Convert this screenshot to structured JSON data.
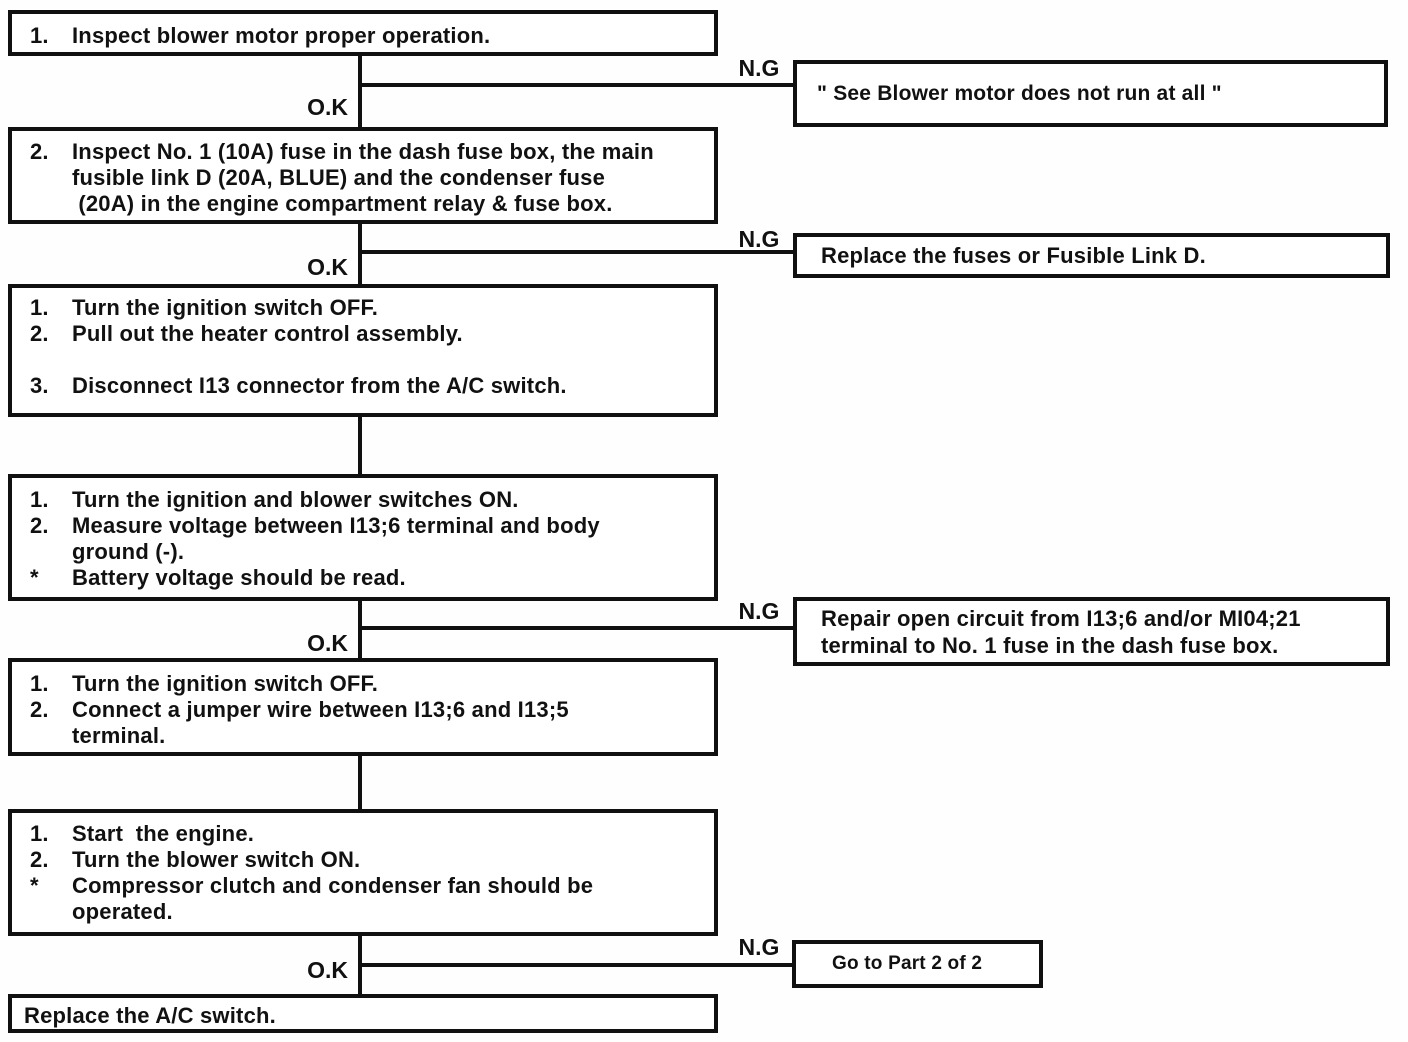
{
  "flow": {
    "ok_label": "O.K",
    "ng_label": "N.G",
    "steps": [
      {
        "lines": [
          {
            "m": "1.",
            "t": "Inspect blower motor proper operation."
          }
        ]
      },
      {
        "lines": [
          {
            "m": "2.",
            "t": "Inspect No. 1 (10A) fuse in the dash fuse box, the main"
          },
          {
            "m": "",
            "t": "fusible link D (20A, BLUE) and the condenser fuse"
          },
          {
            "m": "",
            "t": " (20A) in the engine compartment relay & fuse box."
          }
        ]
      },
      {
        "lines": [
          {
            "m": "1.",
            "t": "Turn the ignition switch OFF."
          },
          {
            "m": "2.",
            "t": "Pull out the heater control assembly."
          },
          {
            "m": "3.",
            "t": "Disconnect I13 connector from the A/C switch."
          }
        ]
      },
      {
        "lines": [
          {
            "m": "1.",
            "t": "Turn the ignition and blower switches ON."
          },
          {
            "m": "2.",
            "t": "Measure voltage between I13;6 terminal and body"
          },
          {
            "m": "",
            "t": "ground (-)."
          },
          {
            "m": "*",
            "t": "Battery voltage should be read."
          }
        ]
      },
      {
        "lines": [
          {
            "m": "1.",
            "t": "Turn the ignition switch OFF."
          },
          {
            "m": "2.",
            "t": "Connect a jumper wire between I13;6 and I13;5"
          },
          {
            "m": "",
            "t": "terminal."
          }
        ]
      },
      {
        "lines": [
          {
            "m": "1.",
            "t": "Start  the engine."
          },
          {
            "m": "2.",
            "t": "Turn the blower switch ON."
          },
          {
            "m": "*",
            "t": "Compressor clutch and condenser fan should be"
          },
          {
            "m": "",
            "t": "operated."
          }
        ]
      },
      {
        "lines": [
          {
            "m": "",
            "t": "Replace the A/C switch."
          }
        ]
      }
    ],
    "ng_results": [
      {
        "line1": "\" See Blower motor does not run at all \"",
        "line2": ""
      },
      {
        "line1": "Replace the fuses or Fusible Link D.",
        "line2": ""
      },
      {
        "line1": "Repair open circuit from I13;6 and/or MI04;21",
        "line2": "terminal to No. 1 fuse in the dash fuse box."
      },
      {
        "line1": "Go to Part 2 of 2",
        "line2": ""
      }
    ]
  }
}
